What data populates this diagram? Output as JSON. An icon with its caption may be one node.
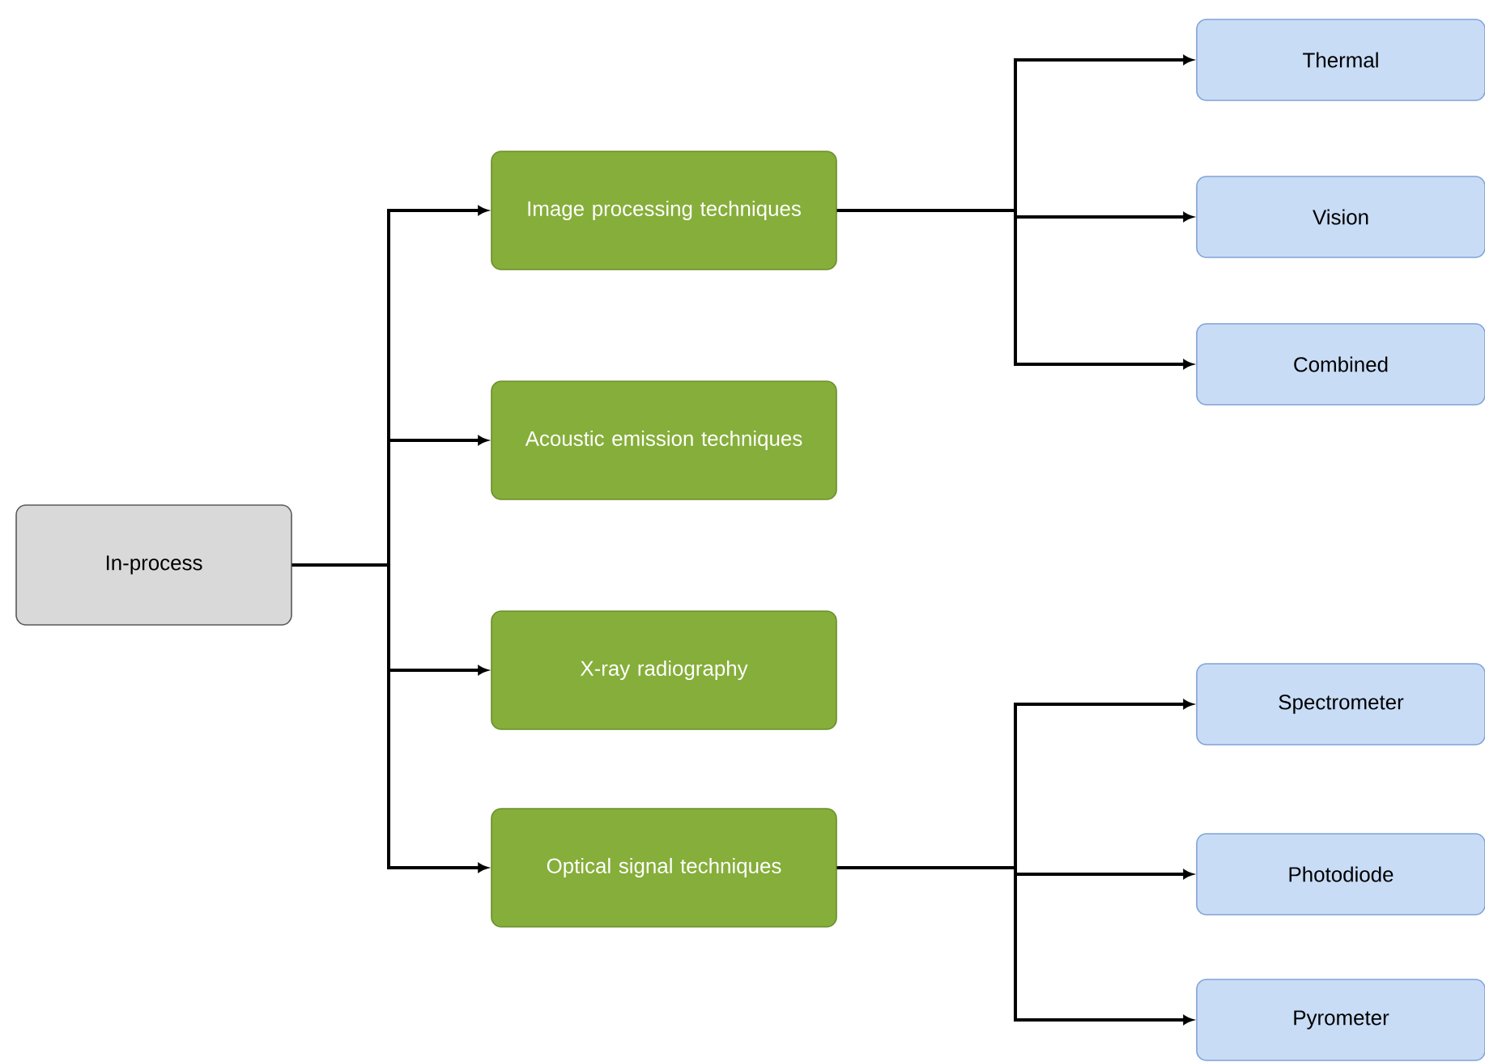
{
  "diagram": {
    "nodes": [
      {
        "text": [
          "In-process"
        ]
      },
      {
        "text": [
          "Image processing techniques"
        ]
      },
      {
        "text": [
          "Acoustic emission techniques"
        ]
      },
      {
        "text": [
          "X-ray radiography"
        ]
      },
      {
        "text": [
          "Optical signal techniques"
        ]
      },
      {
        "text": [
          "Thermal"
        ]
      },
      {
        "text": [
          "Vision"
        ]
      },
      {
        "text": [
          "Combined"
        ]
      },
      {
        "text": [
          "Spectrometer"
        ]
      },
      {
        "text": [
          "Photodiode"
        ]
      },
      {
        "text": [
          "Pyrometer"
        ]
      }
    ],
    "edges": [
      {
        "from": 0,
        "to": 1,
        "arrow": "to"
      },
      {
        "from": 0,
        "to": 2,
        "arrow": "to"
      },
      {
        "from": 0,
        "to": 3,
        "arrow": "to"
      },
      {
        "from": 0,
        "to": 4,
        "arrow": "to"
      },
      {
        "from": 1,
        "to": 5,
        "arrow": "to"
      },
      {
        "from": 1,
        "to": 6,
        "arrow": "to"
      },
      {
        "from": 1,
        "to": 7,
        "arrow": "to"
      },
      {
        "from": 4,
        "to": 8,
        "arrow": "to"
      },
      {
        "from": 4,
        "to": 9,
        "arrow": "to"
      },
      {
        "from": 4,
        "to": 10,
        "arrow": "to"
      }
    ]
  }
}
